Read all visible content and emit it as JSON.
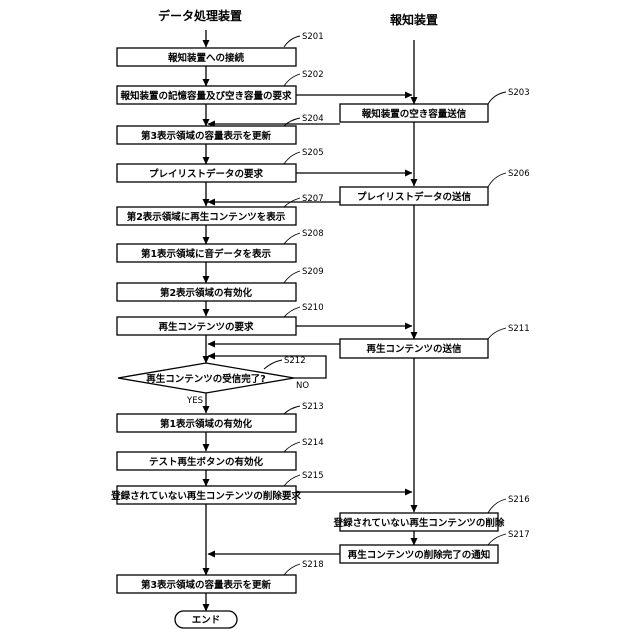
{
  "headers": {
    "left": "データ処理装置",
    "right": "報知装置"
  },
  "steps": {
    "s201": {
      "id": "S201",
      "label": "報知装置への接続"
    },
    "s202": {
      "id": "S202",
      "label": "報知装置の記憶容量及び空き容量の要求"
    },
    "s203": {
      "id": "S203",
      "label": "報知装置の空き容量送信"
    },
    "s204": {
      "id": "S204",
      "label": "第3表示領域の容量表示を更新"
    },
    "s205": {
      "id": "S205",
      "label": "プレイリストデータの要求"
    },
    "s206": {
      "id": "S206",
      "label": "プレイリストデータの送信"
    },
    "s207": {
      "id": "S207",
      "label": "第2表示領域に再生コンテンツを表示"
    },
    "s208": {
      "id": "S208",
      "label": "第1表示領域に音データを表示"
    },
    "s209": {
      "id": "S209",
      "label": "第2表示領域の有効化"
    },
    "s210": {
      "id": "S210",
      "label": "再生コンテンツの要求"
    },
    "s211": {
      "id": "S211",
      "label": "再生コンテンツの送信"
    },
    "s212": {
      "id": "S212",
      "label": "再生コンテンツの受信完了?"
    },
    "s213": {
      "id": "S213",
      "label": "第1表示領域の有効化"
    },
    "s214": {
      "id": "S214",
      "label": "テスト再生ボタンの有効化"
    },
    "s215": {
      "id": "S215",
      "label": "登録されていない再生コンテンツの削除要求"
    },
    "s216": {
      "id": "S216",
      "label": "登録されていない再生コンテンツの削除"
    },
    "s217": {
      "id": "S217",
      "label": "再生コンテンツの削除完了の通知"
    },
    "s218": {
      "id": "S218",
      "label": "第3表示領域の容量表示を更新"
    }
  },
  "branches": {
    "yes": "YES",
    "no": "NO"
  },
  "end_label": "エンド"
}
